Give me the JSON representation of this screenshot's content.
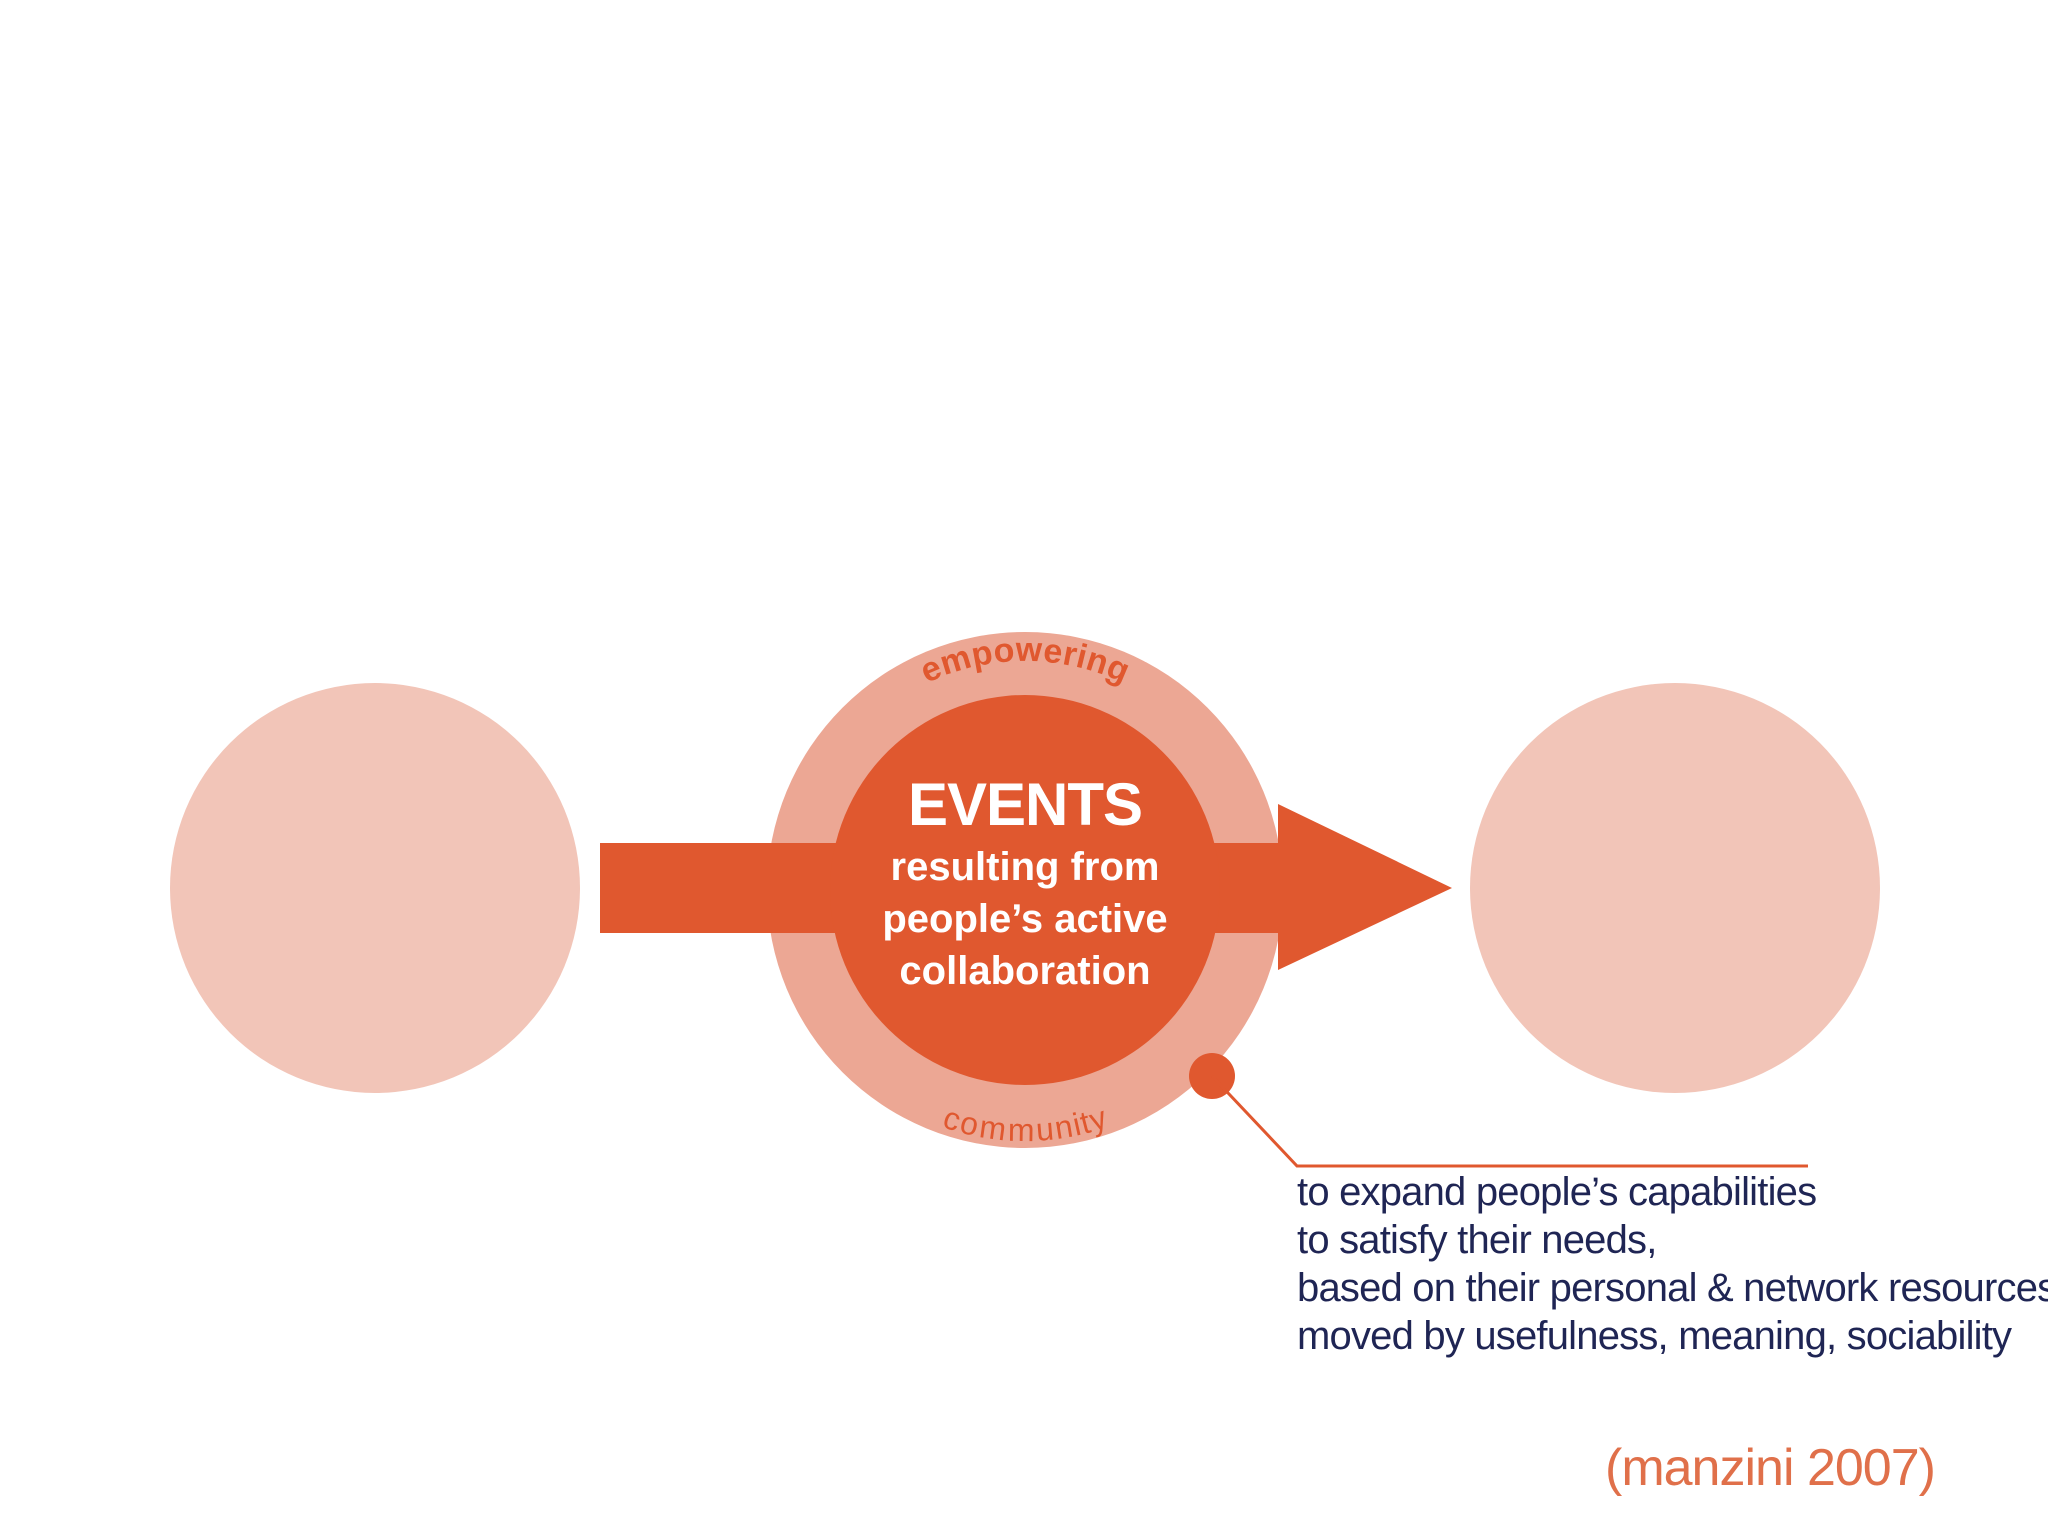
{
  "colors": {
    "light_circle": "#f2c5b8",
    "ring": "#eca794",
    "core": "#e0582f",
    "arrow": "#e0582f",
    "connector": "#e0582f",
    "annotation_text": "#1f2554",
    "citation_text": "#e0704a",
    "ring_label": "#e0582f"
  },
  "center": {
    "title": "EVENTS",
    "subtitle_lines": [
      "resulting from",
      "people’s active",
      "collaboration"
    ],
    "ring_top_label": "empowering",
    "ring_bottom_label": "community"
  },
  "annotation": {
    "lines": [
      "to expand people’s capabilities",
      "to satisfy their needs,",
      "based on their personal & network resources,",
      "moved by usefulness, meaning, sociability"
    ]
  },
  "citation": "(manzini 2007)"
}
